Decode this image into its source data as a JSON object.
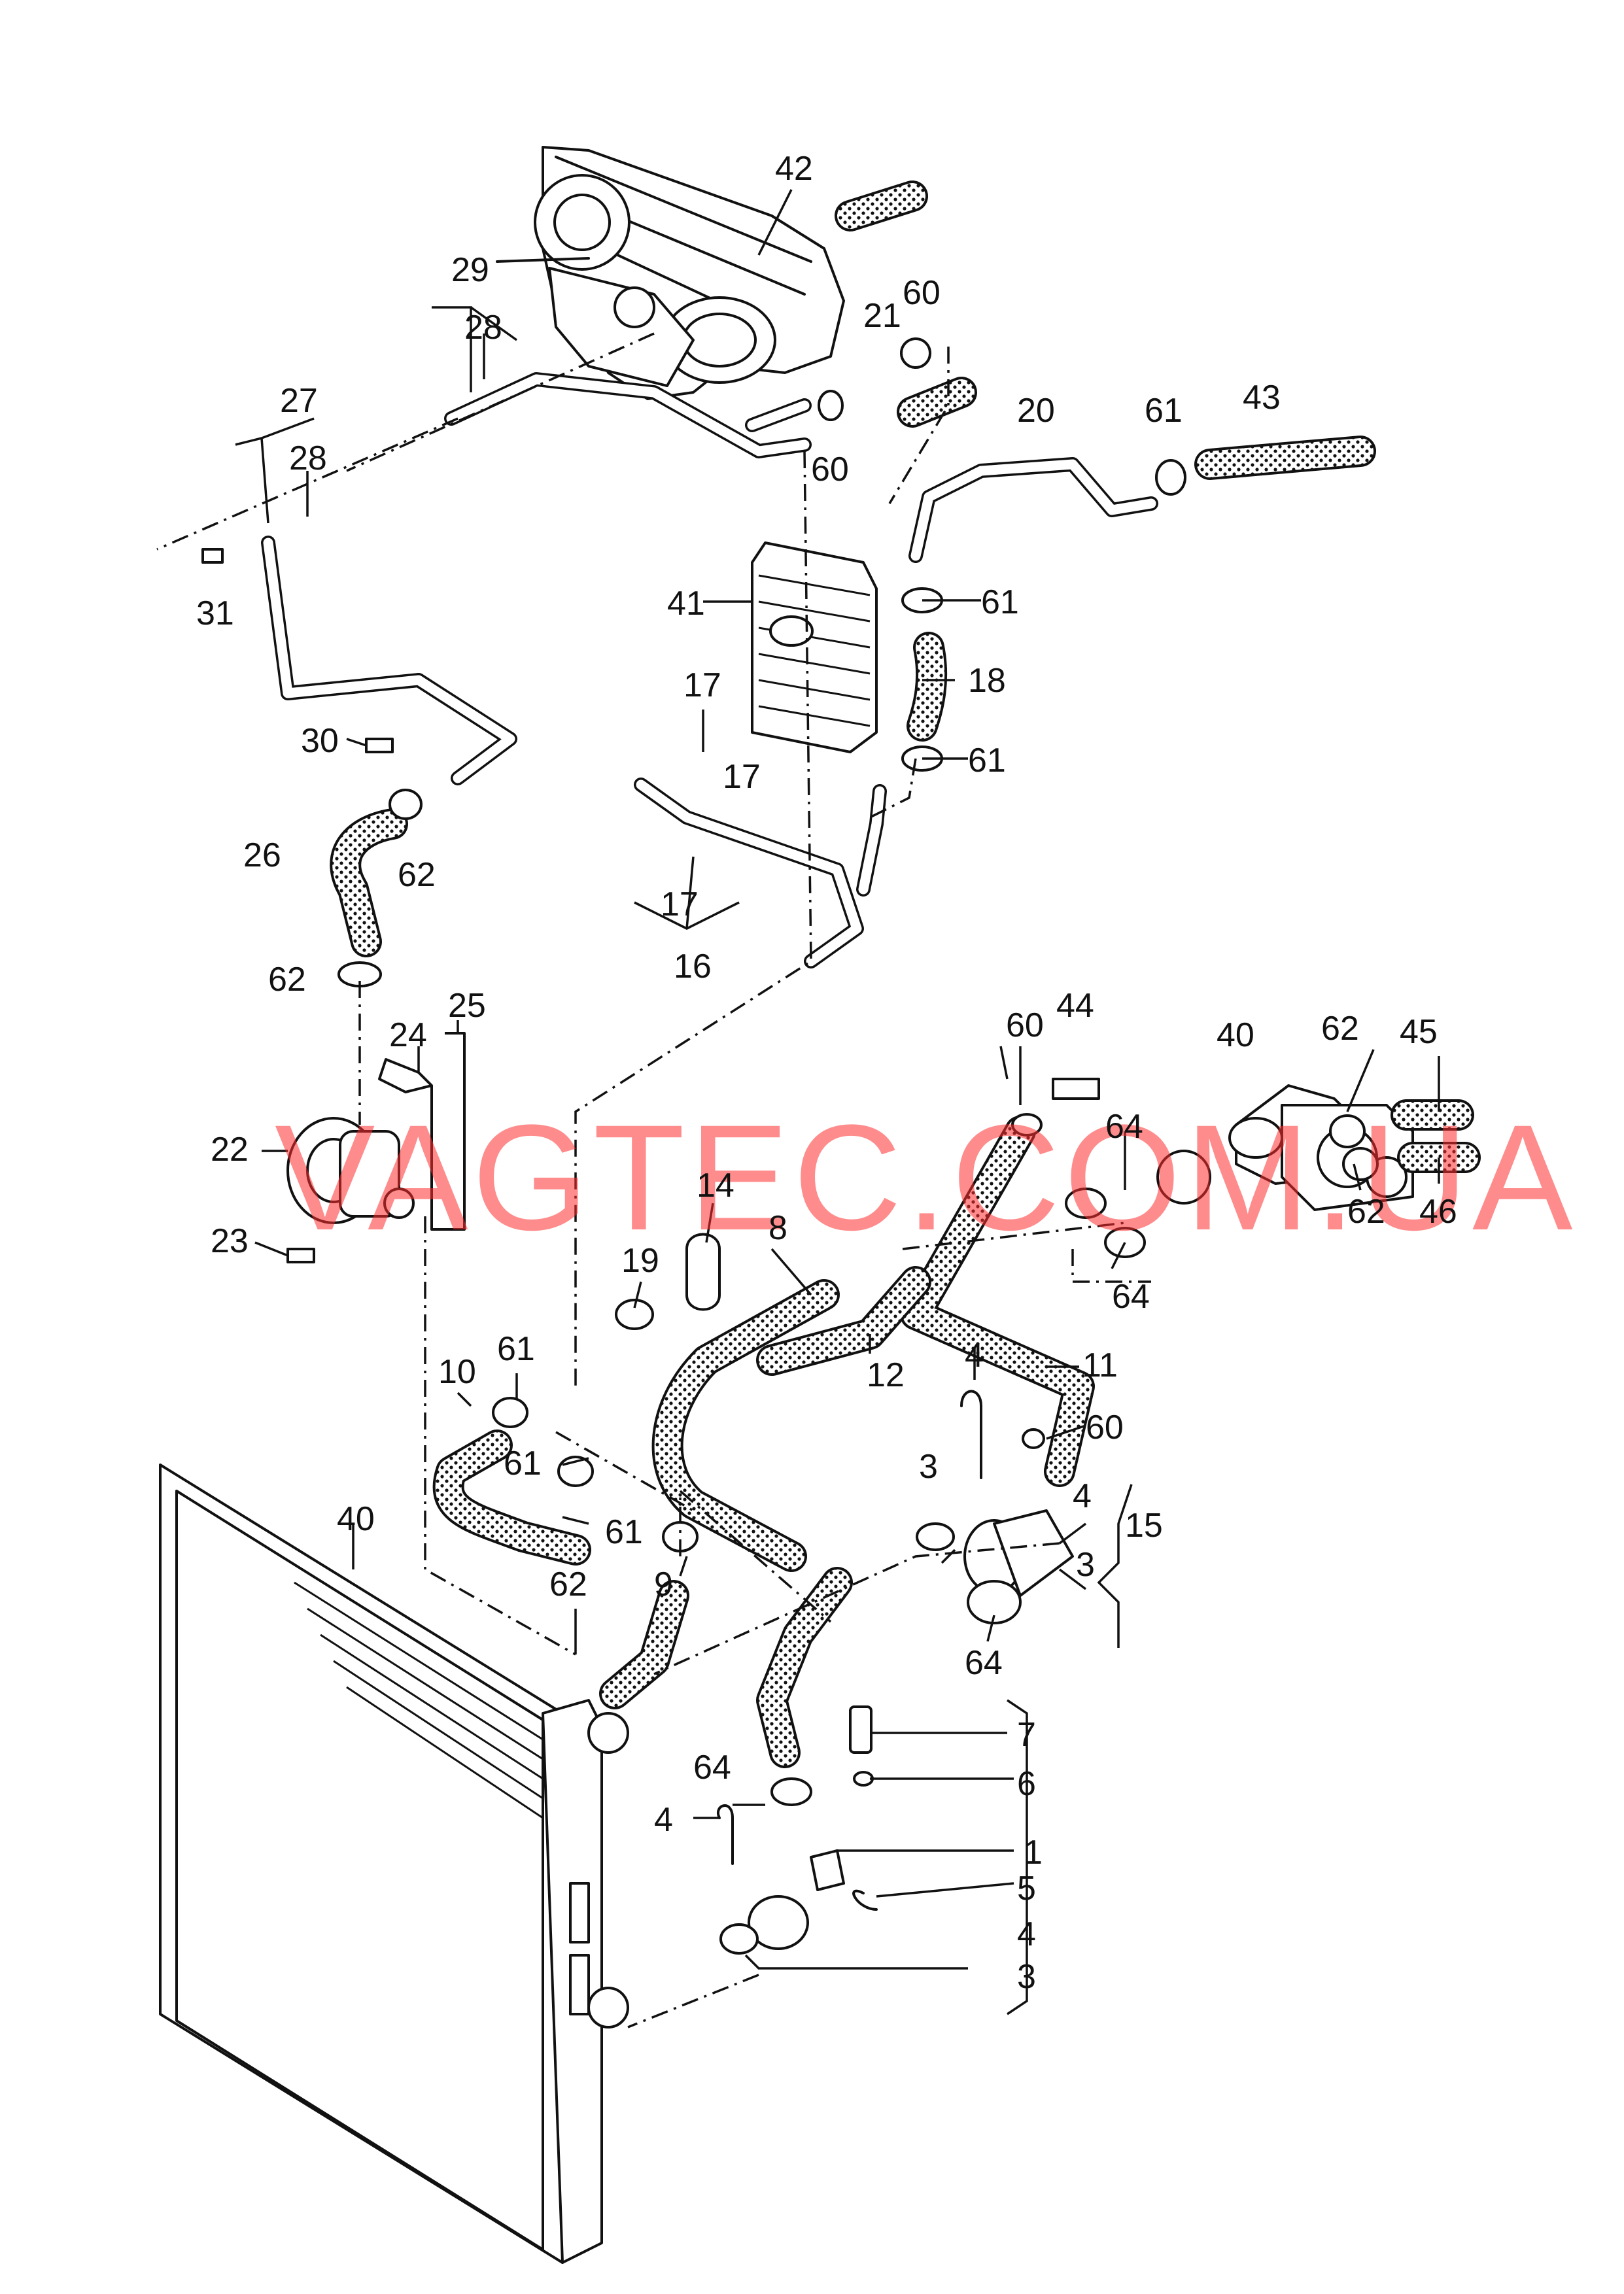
{
  "watermark": "VAGTEC.COM.UA",
  "callouts": {
    "n42": "42",
    "n29": "29",
    "n28a": "28",
    "n21": "21",
    "n60a": "60",
    "n60b": "60",
    "n27": "27",
    "n28b": "28",
    "n20": "20",
    "n61a": "61",
    "n43": "43",
    "n31": "31",
    "n41": "41",
    "n61b": "61",
    "n17a": "17",
    "n18": "18",
    "n30": "30",
    "n17b": "17",
    "n61c": "61",
    "n26": "26",
    "n62a": "62",
    "n17c": "17",
    "n16": "16",
    "n62b": "62",
    "n25": "25",
    "n24": "24",
    "n60c": "60",
    "n44": "44",
    "n40a": "40",
    "n62c": "62",
    "n45": "45",
    "n22": "22",
    "n14": "14",
    "n64a": "64",
    "n8": "8",
    "n62d": "62",
    "n46": "46",
    "n23": "23",
    "n19": "19",
    "n64b": "64",
    "n61d": "61",
    "n10": "10",
    "n12": "12",
    "n11": "11",
    "n4a": "4",
    "n60d": "60",
    "n61e": "61",
    "n3a": "3",
    "n4b": "4",
    "n15": "15",
    "n40b": "40",
    "n61f": "61",
    "n3b": "3",
    "n9": "9",
    "n62e": "62",
    "n64c": "64",
    "n7": "7",
    "n64d": "64",
    "n6": "6",
    "n4c": "4",
    "n1": "1",
    "n5": "5",
    "n4d": "4",
    "n3c": "3"
  }
}
